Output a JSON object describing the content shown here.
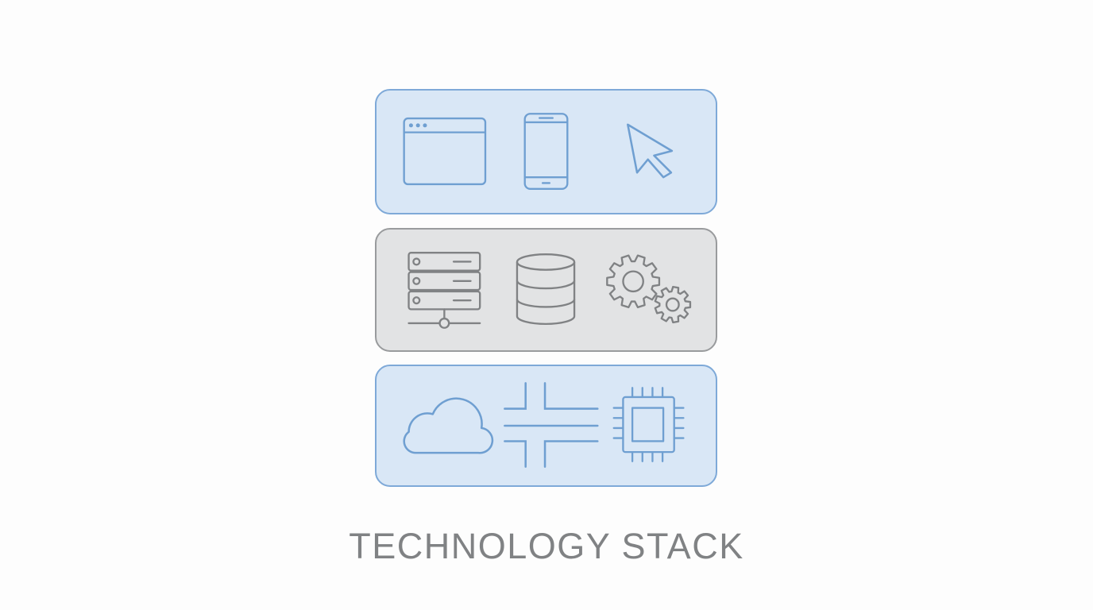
{
  "caption": "TECHNOLOGY STACK",
  "layers": [
    {
      "id": "top",
      "icons": [
        "browser-window-icon",
        "smartphone-icon",
        "cursor-arrow-icon"
      ]
    },
    {
      "id": "middle",
      "icons": [
        "server-rack-icon",
        "database-icon",
        "gears-icon"
      ]
    },
    {
      "id": "bottom",
      "icons": [
        "cloud-icon",
        "network-crossroads-icon",
        "cpu-chip-icon"
      ]
    }
  ],
  "colors": {
    "background": "#fdfdfd",
    "blue_stroke": "#6f9fd1",
    "blue_fill": "#d9e7f6",
    "blue_border": "#7ea9d8",
    "gray_stroke": "#808284",
    "gray_fill": "#e2e3e4",
    "gray_border": "#999b9d",
    "caption": "#808284"
  }
}
